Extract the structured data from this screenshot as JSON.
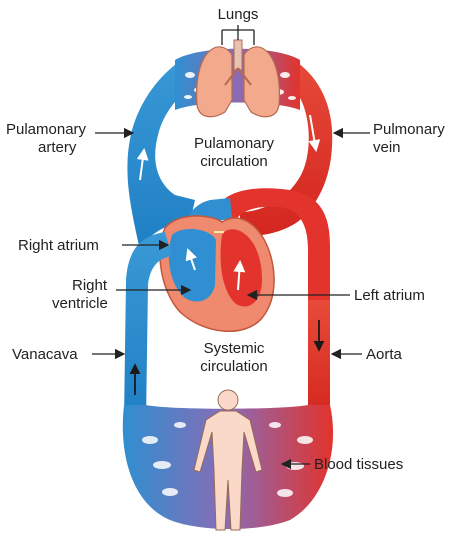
{
  "labels": {
    "lungs": "Lungs",
    "pulmonary_artery_line1": "Pulamonary",
    "pulmonary_artery_line2": "artery",
    "pulmonary_circulation_line1": "Pulamonary",
    "pulmonary_circulation_line2": "circulation",
    "pulmonary_vein_line1": "Pulmonary",
    "pulmonary_vein_line2": "vein",
    "right_atrium": "Right atrium",
    "right_ventricle_line1": "Right",
    "right_ventricle_line2": "ventricle",
    "left_atrium": "Left atrium",
    "vanacava": "Vanacava",
    "systemic_circulation_line1": "Systemic",
    "systemic_circulation_line2": "circulation",
    "aorta": "Aorta",
    "blood_tissues": "Blood tissues"
  },
  "colors": {
    "deoxygenated": "#2f8fd0",
    "oxygenated": "#e2332c",
    "capillary": "#8a6bb5",
    "lungs": "#f2a98c",
    "heart": "#f08a6e",
    "body": "#fbd9c9",
    "label_line": "#222222"
  }
}
